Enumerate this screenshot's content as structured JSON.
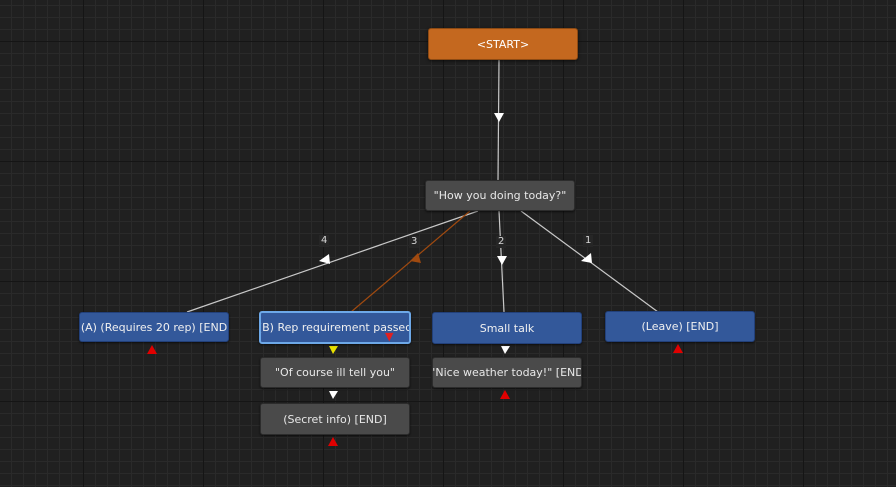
{
  "nodes": {
    "start": "<START>",
    "question": "\"How you doing today?\"",
    "a": "(A) (Requires 20 rep) [END",
    "b": "(B) Rep requirement passed",
    "small": "Small talk",
    "leave": "(Leave) [END]",
    "course": "\"Of course ill tell you\"",
    "weather": "\"Nice weather today!\" [END",
    "secret": "(Secret info) [END]"
  },
  "badges": [
    "4",
    "3",
    "2",
    "1"
  ],
  "colors": {
    "start_node": "#c4681f",
    "option_node": "#33589a",
    "text_node": "#4a4a4a",
    "link_normal": "#c8c8c8",
    "link_highlight": "#a04a10",
    "end_marker": "#e00000",
    "connector_active": "#e8e000"
  }
}
